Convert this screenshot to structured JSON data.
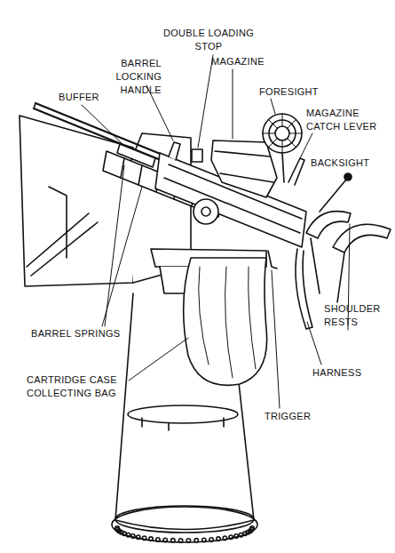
{
  "diagram": {
    "labels": [
      "DOUBLE LOADING STOP",
      "BARREL LOCKING HANDLE",
      "MAGAZINE",
      "BUFFER",
      "FORESIGHT",
      "MAGAZINE CATCH LEVER",
      "BACKSIGHT",
      "SHOULDER RESTS",
      "BARREL SPRINGS",
      "HARNESS",
      "CARTRIDGE CASE COLLECTING BAG",
      "TRIGGER"
    ]
  }
}
